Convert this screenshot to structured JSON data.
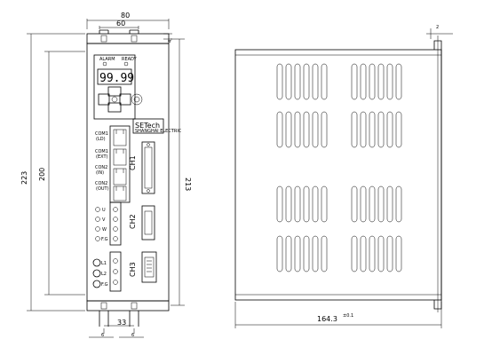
{
  "front_view": {
    "dims": {
      "width_total": "80",
      "width_inner": "60",
      "height_total": "223",
      "height_inner": "200",
      "height_right": "213",
      "bottom_spacing": "33",
      "bottom_left_slot": "6",
      "bottom_right_slot": "6",
      "top_right_offset": "4"
    },
    "display": {
      "value": "99.99",
      "led_left": "ALARM",
      "led_right": "READY"
    },
    "brand": {
      "logo": "SETech",
      "sub": "SHANGHAI ELECTRIC"
    },
    "ports": [
      {
        "name": "COM1",
        "sub": "(LD)"
      },
      {
        "name": "COM1",
        "sub": "(EXT)"
      },
      {
        "name": "CON2",
        "sub": "(IN)"
      },
      {
        "name": "CON2",
        "sub": "(OUT)"
      }
    ],
    "motor_terminals": [
      "U",
      "V",
      "W",
      "F.G"
    ],
    "power_terminals": [
      "L1",
      "L2",
      "F.G"
    ],
    "connectors": [
      "CH1",
      "CH2",
      "CH3"
    ]
  },
  "side_view": {
    "dims": {
      "depth": "164.3",
      "tolerance": "±0.1",
      "flange": "2"
    }
  },
  "colors": {
    "line": "#000000",
    "background": "#ffffff"
  }
}
